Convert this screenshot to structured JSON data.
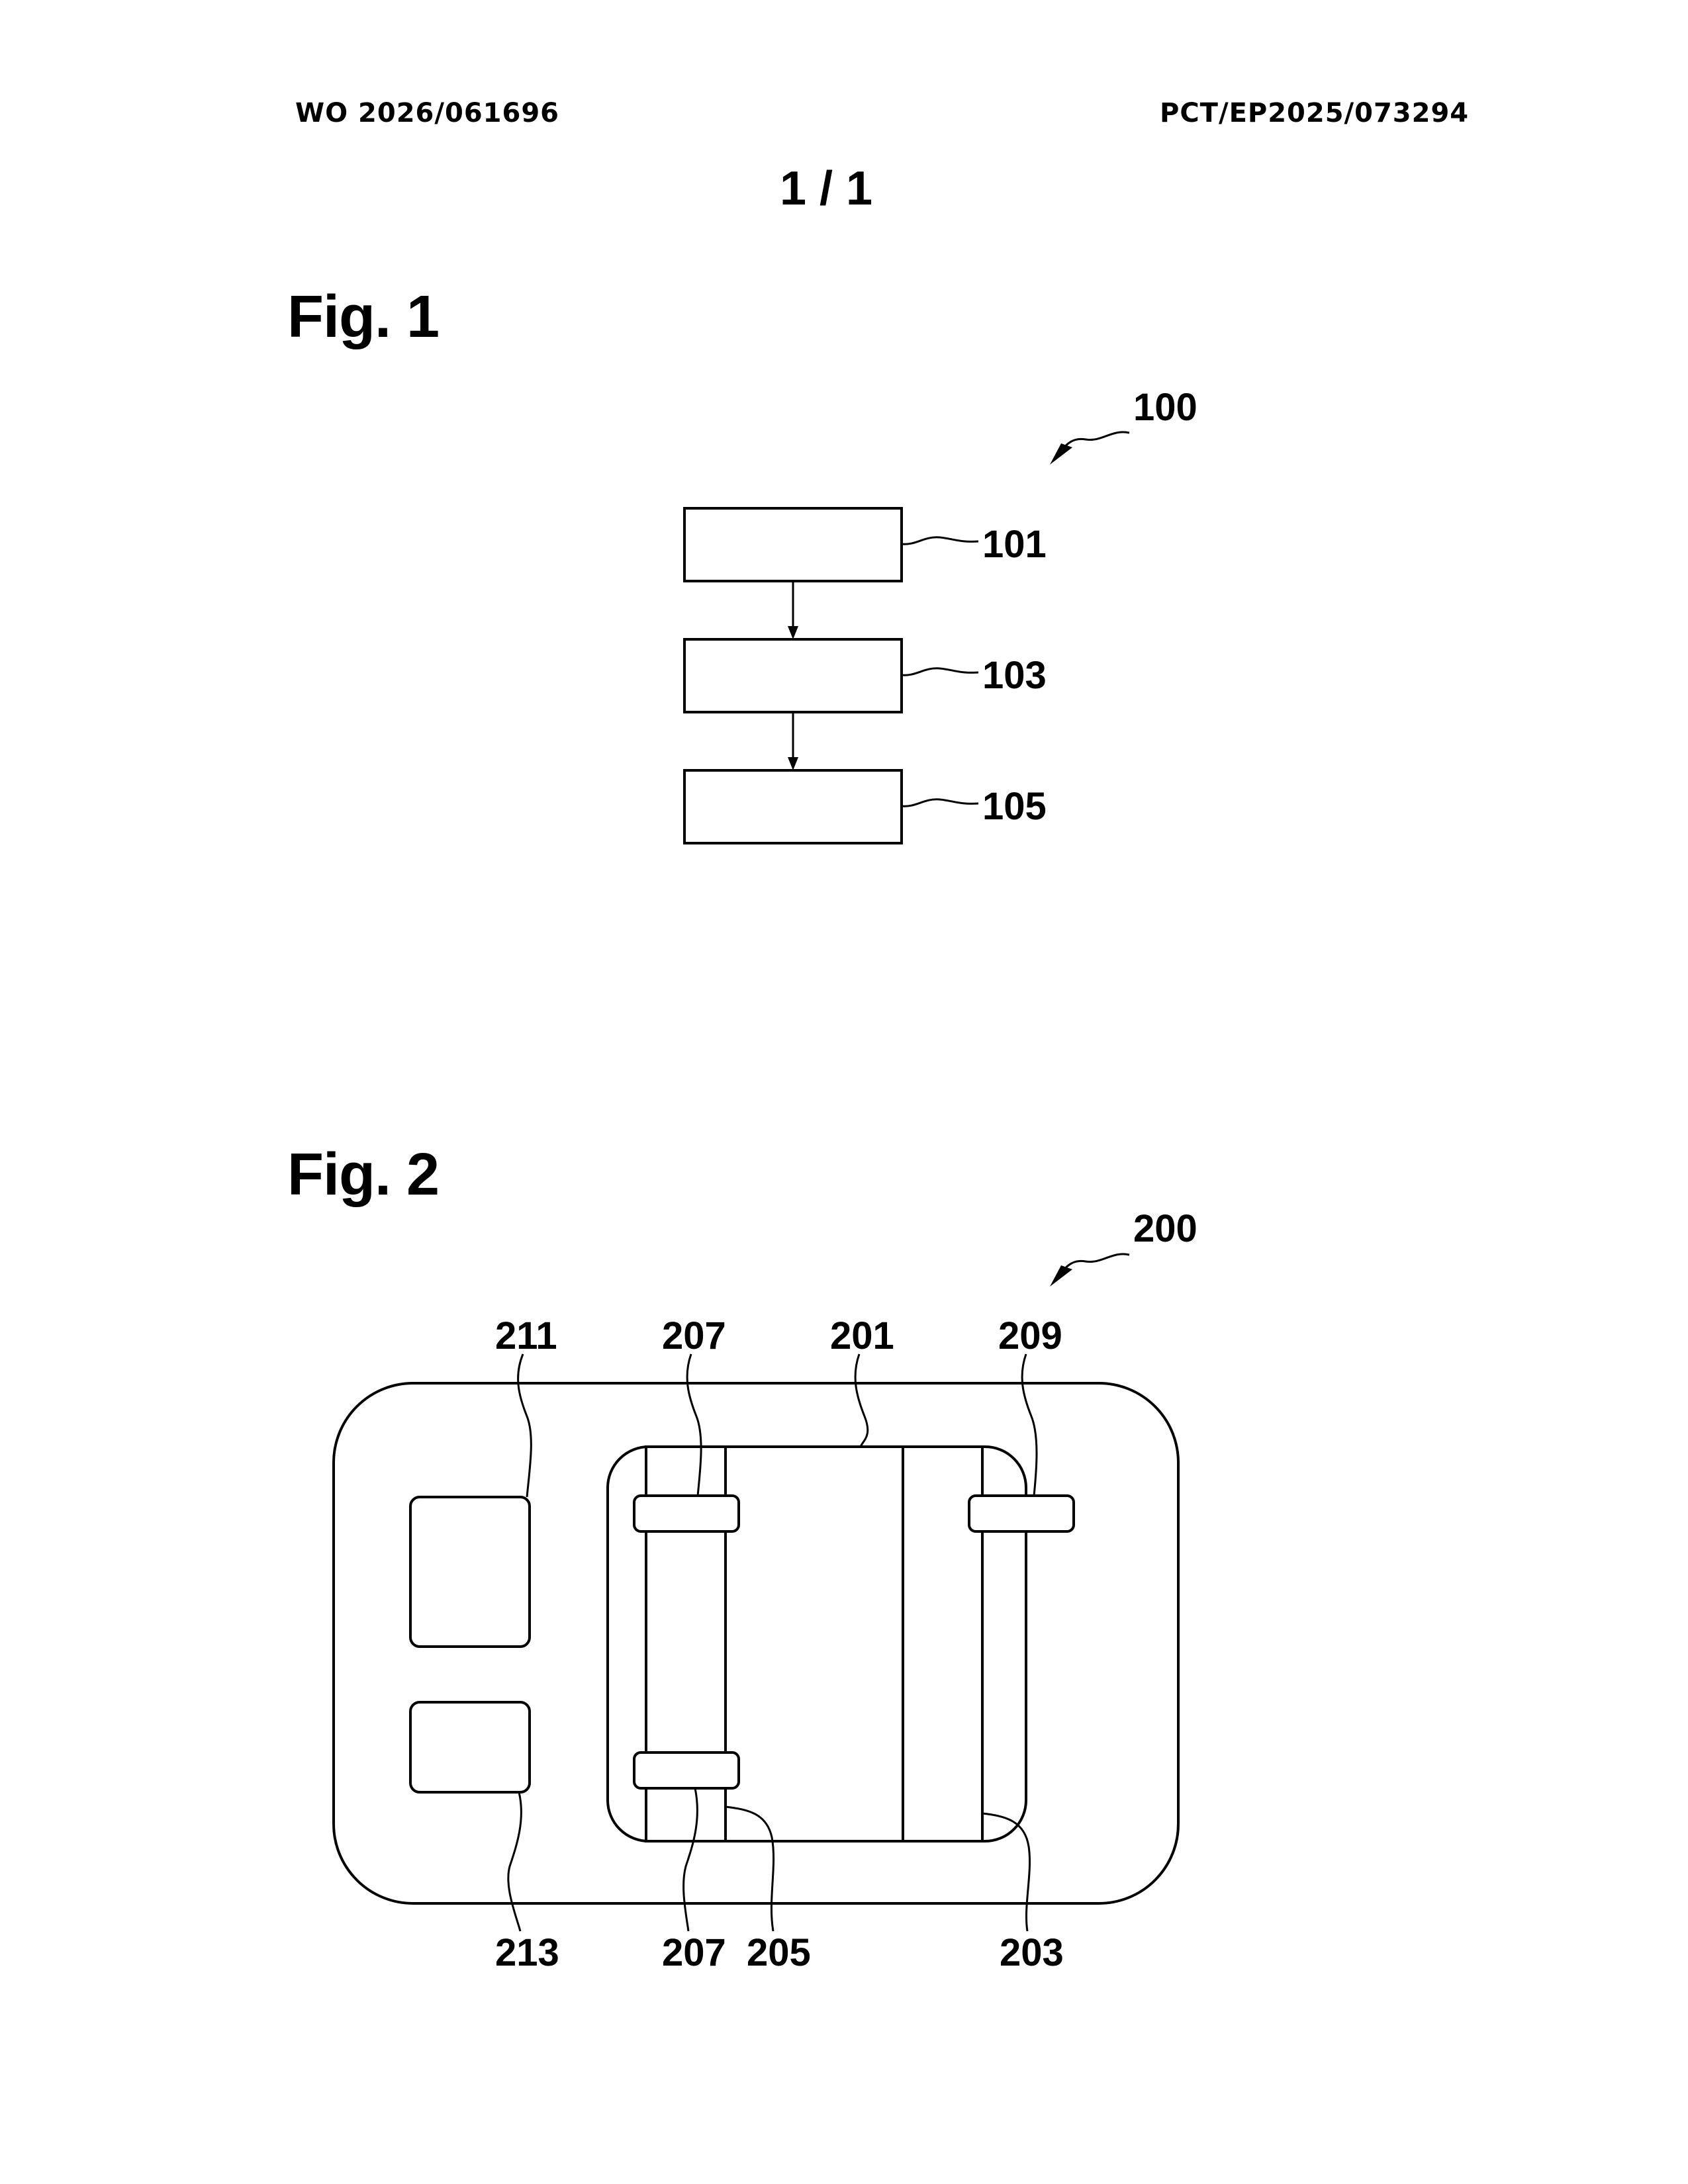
{
  "header": {
    "publication_number": "WO 2026/061696",
    "application_number": "PCT/EP2025/073294"
  },
  "sheet": {
    "number": "1 / 1"
  },
  "figures": [
    {
      "title": "Fig. 1",
      "reference": "100",
      "steps": [
        {
          "ref": "101"
        },
        {
          "ref": "103"
        },
        {
          "ref": "105"
        }
      ]
    },
    {
      "title": "Fig. 2",
      "reference": "200",
      "labels": {
        "top": [
          "211",
          "207",
          "201",
          "209"
        ],
        "bottom": [
          "213",
          "207",
          "205",
          "203"
        ]
      }
    }
  ],
  "colors": {
    "ink": "#000000",
    "paper": "#ffffff"
  }
}
